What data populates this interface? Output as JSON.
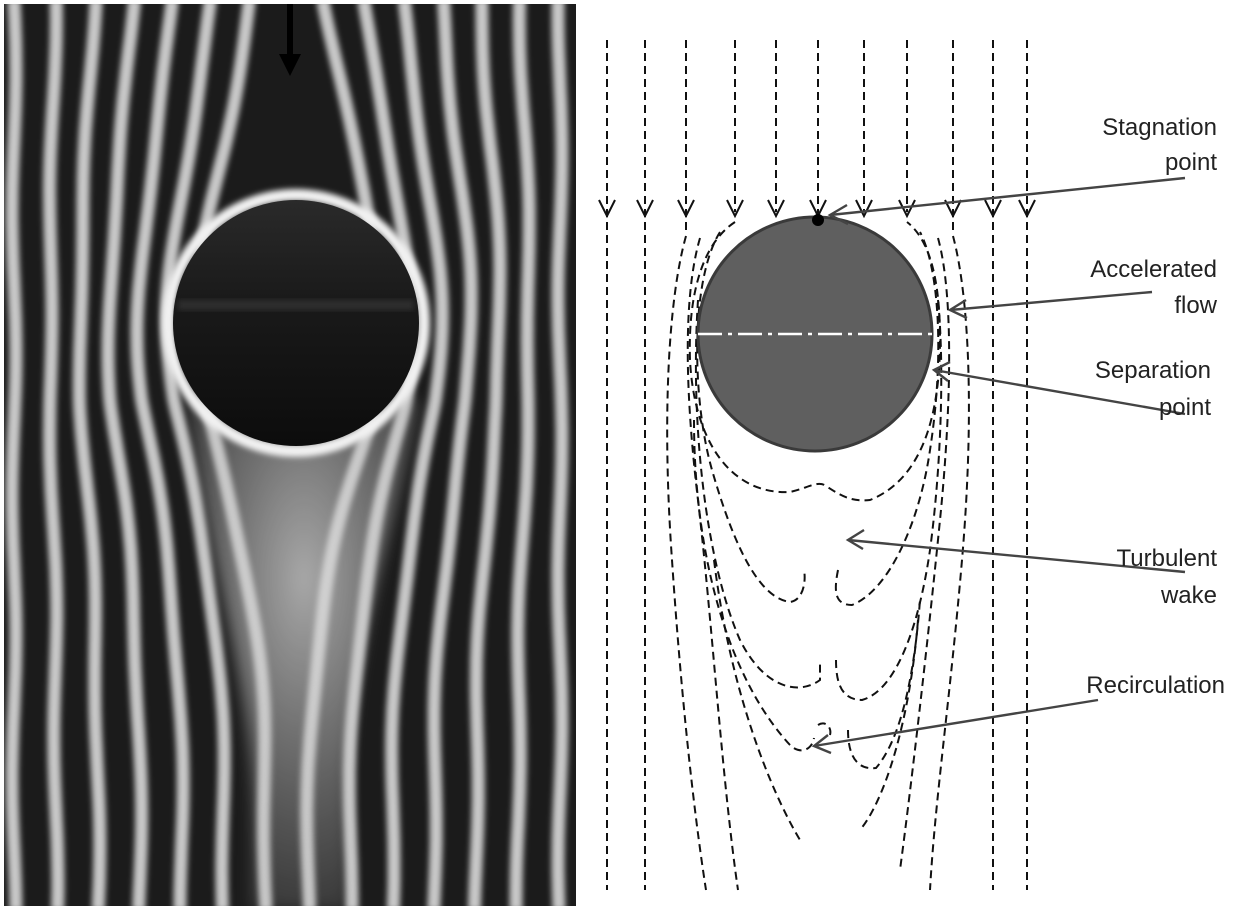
{
  "photo": {
    "description_icon": "flow-photograph-cylinder",
    "colors": {
      "background": "#1b1b1b",
      "streak": "#e8e8e8",
      "cylinder": "#141414"
    }
  },
  "diagram": {
    "colors": {
      "cylinder_fill": "#5f5f5f",
      "cylinder_stroke": "#3a3a3a",
      "line": "#111111",
      "leader": "#444444",
      "centerline": "#ffffff"
    },
    "labels": {
      "stagnation_line1": "Stagnation",
      "stagnation_line2": "point",
      "accelerated_line1": "Accelerated",
      "accelerated_line2": "flow",
      "separation_line1": "Separation",
      "separation_line2": "point",
      "turbulent_line1": "Turbulent",
      "turbulent_line2": "wake",
      "recirculation": "Recirculation"
    }
  }
}
